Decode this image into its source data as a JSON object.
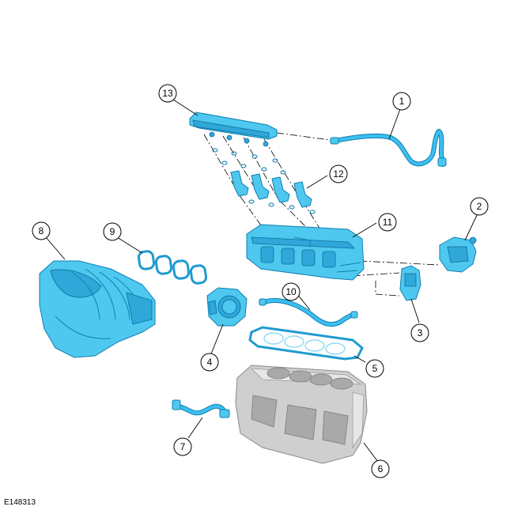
{
  "reference_code": "E148313",
  "callouts": [
    {
      "id": "callout-1",
      "label": "1"
    },
    {
      "id": "callout-2",
      "label": "2"
    },
    {
      "id": "callout-3",
      "label": "3"
    },
    {
      "id": "callout-4",
      "label": "4"
    },
    {
      "id": "callout-5",
      "label": "5"
    },
    {
      "id": "callout-6",
      "label": "6"
    },
    {
      "id": "callout-7",
      "label": "7"
    },
    {
      "id": "callout-8",
      "label": "8"
    },
    {
      "id": "callout-9",
      "label": "9"
    },
    {
      "id": "callout-10",
      "label": "10"
    },
    {
      "id": "callout-11",
      "label": "11"
    },
    {
      "id": "callout-12",
      "label": "12"
    },
    {
      "id": "callout-13",
      "label": "13"
    }
  ],
  "colors": {
    "part_blue": "#4fc8f0",
    "part_outline": "#0e7fb0",
    "block_gray": "#cfcfcf",
    "callout_stroke": "#000000"
  }
}
